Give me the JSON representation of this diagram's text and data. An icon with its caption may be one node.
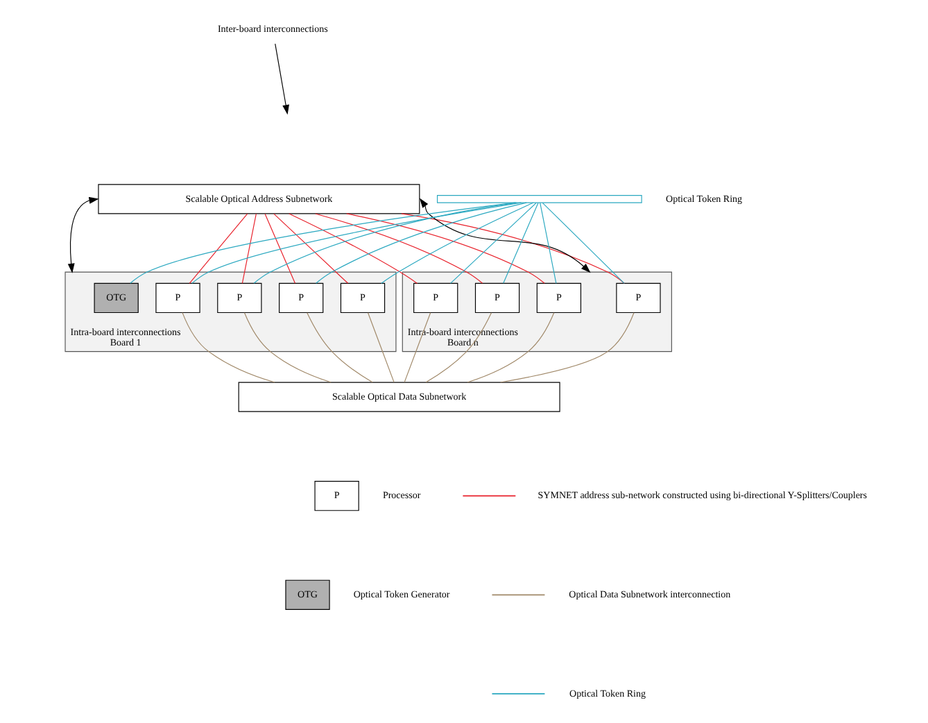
{
  "diagram": {
    "nodes": [
      {
        "text": [
          "Inter-board interconnections"
        ]
      },
      {
        "text": [
          "Scalable Optical Address Subnetwork"
        ]
      },
      {
        "text": [
          "Intra-board interconnections",
          "Board 1"
        ]
      },
      {
        "text": [
          "OTG"
        ],
        "in": 2
      },
      {
        "text": [],
        "shape": "bar",
        "beside": [
          "Optical Token Ring"
        ]
      },
      {
        "text": [
          "P"
        ],
        "in": 2
      },
      {
        "text": [
          "P"
        ],
        "in": 2
      },
      {
        "text": [
          "P"
        ],
        "in": 2
      },
      {
        "text": [
          "P"
        ],
        "in": 2
      },
      {
        "text": [
          "Intra-board interconnections",
          "Board n"
        ]
      },
      {
        "text": [
          "P"
        ],
        "in": 9
      },
      {
        "text": [
          "P"
        ],
        "in": 9
      },
      {
        "text": [
          "P"
        ],
        "in": 9
      },
      {
        "text": [
          "P"
        ],
        "in": 9
      },
      {
        "text": [
          "Scalable Optical Data Subnetwork"
        ]
      },
      {
        "text": [
          "P"
        ]
      },
      {
        "text": [
          "OTG"
        ]
      }
    ],
    "edges": [
      {
        "from": 0,
        "to": null,
        "arrow": "to",
        "color": "#000000"
      },
      {
        "from": 1,
        "to": 2,
        "arrow": "both",
        "color": "#000000"
      },
      {
        "from": 1,
        "to": 9,
        "arrow": "both",
        "color": "#000000"
      },
      {
        "from": 1,
        "to": 5,
        "arrow": "none",
        "color": "#e8202a"
      },
      {
        "from": 1,
        "to": 6,
        "arrow": "none",
        "color": "#e8202a"
      },
      {
        "from": 1,
        "to": 7,
        "arrow": "none",
        "color": "#e8202a"
      },
      {
        "from": 1,
        "to": 8,
        "arrow": "none",
        "color": "#e8202a"
      },
      {
        "from": 1,
        "to": 10,
        "arrow": "none",
        "color": "#e8202a"
      },
      {
        "from": 1,
        "to": 11,
        "arrow": "none",
        "color": "#e8202a"
      },
      {
        "from": 1,
        "to": 12,
        "arrow": "none",
        "color": "#e8202a"
      },
      {
        "from": 1,
        "to": 13,
        "arrow": "none",
        "color": "#e8202a"
      },
      {
        "from": 3,
        "to": 4,
        "arrow": "none",
        "color": "#2aa8c0"
      },
      {
        "from": 4,
        "to": 5,
        "arrow": "none",
        "color": "#2aa8c0"
      },
      {
        "from": 4,
        "to": 6,
        "arrow": "none",
        "color": "#2aa8c0"
      },
      {
        "from": 4,
        "to": 7,
        "arrow": "none",
        "color": "#2aa8c0"
      },
      {
        "from": 4,
        "to": 8,
        "arrow": "none",
        "color": "#2aa8c0"
      },
      {
        "from": 4,
        "to": 10,
        "arrow": "none",
        "color": "#2aa8c0"
      },
      {
        "from": 4,
        "to": 11,
        "arrow": "none",
        "color": "#2aa8c0"
      },
      {
        "from": 4,
        "to": 12,
        "arrow": "none",
        "color": "#2aa8c0"
      },
      {
        "from": 4,
        "to": 13,
        "arrow": "none",
        "color": "#2aa8c0"
      },
      {
        "from": 5,
        "to": 14,
        "arrow": "none",
        "color": "#a08868"
      },
      {
        "from": 6,
        "to": 14,
        "arrow": "none",
        "color": "#a08868"
      },
      {
        "from": 7,
        "to": 14,
        "arrow": "none",
        "color": "#a08868"
      },
      {
        "from": 8,
        "to": 14,
        "arrow": "none",
        "color": "#a08868"
      },
      {
        "from": 10,
        "to": 14,
        "arrow": "none",
        "color": "#a08868"
      },
      {
        "from": 11,
        "to": 14,
        "arrow": "none",
        "color": "#a08868"
      },
      {
        "from": 12,
        "to": 14,
        "arrow": "none",
        "color": "#a08868"
      },
      {
        "from": 13,
        "to": 14,
        "arrow": "none",
        "color": "#a08868"
      }
    ],
    "legend": [
      {
        "text": "Processor"
      },
      {
        "text": "Optical Token Generator"
      },
      {
        "text": "SYMNET address sub-network constructed using bi-directional Y-Splitters/Couplers",
        "color": "#e8202a"
      },
      {
        "text": "Optical Data Subnetwork interconnection",
        "color": "#a08868"
      },
      {
        "text": "Optical Token Ring",
        "color": "#2aa8c0"
      }
    ]
  }
}
